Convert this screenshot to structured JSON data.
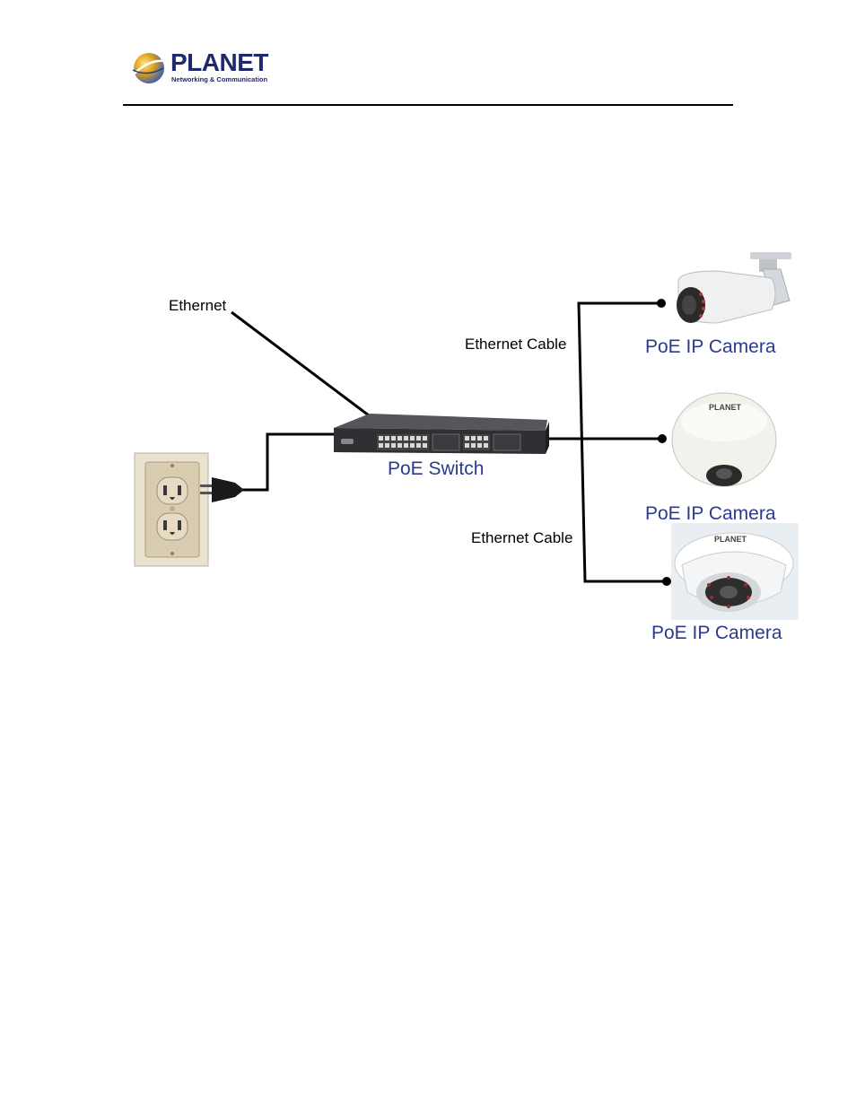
{
  "header": {
    "brand": "PLANET",
    "tagline": "Networking & Communication"
  },
  "diagram": {
    "labels": {
      "ethernet": "Ethernet",
      "cable_top": "Ethernet Cable",
      "cable_bottom": "Ethernet Cable",
      "switch": "PoE Switch",
      "camera_1": "PoE IP Camera",
      "camera_2": "PoE IP Camera",
      "camera_3": "PoE IP Camera",
      "camera_brand": "PLANET"
    },
    "colors": {
      "line": "#000000",
      "label_blue": "#2b3a8f",
      "outlet_plate": "#d9ccb0",
      "switch_body": "#2f3033"
    }
  }
}
